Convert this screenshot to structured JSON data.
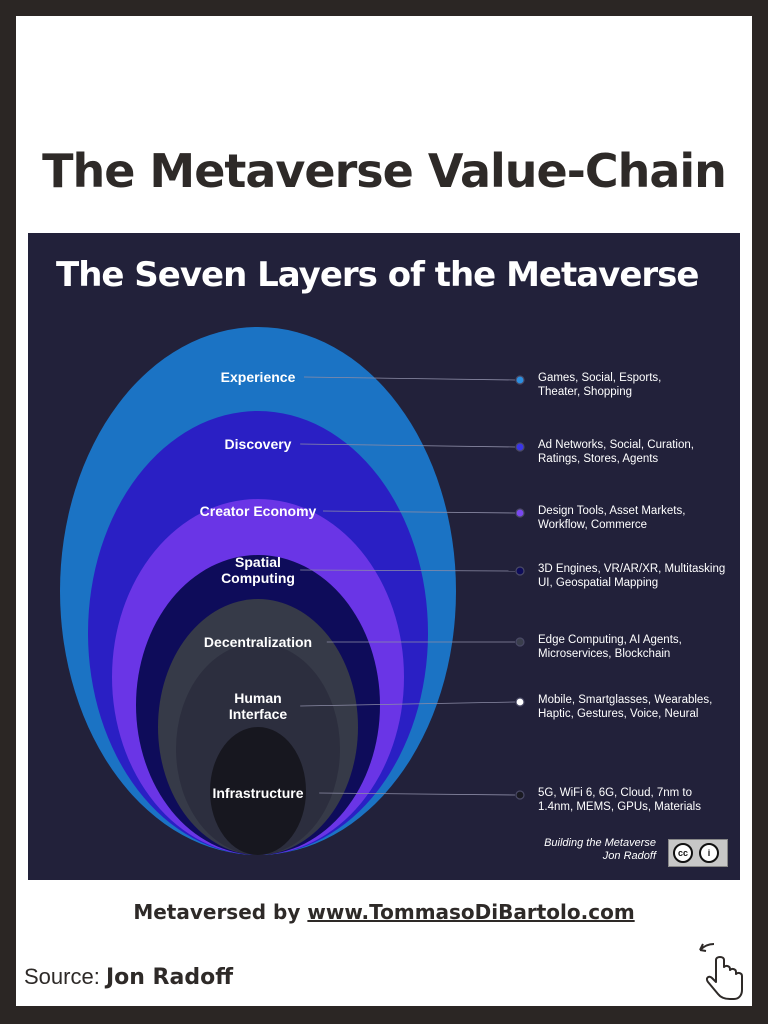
{
  "title": "The Metaverse Value-Chain",
  "panel": {
    "title": "The Seven Layers of the Metaverse",
    "credit_line1": "Building the Metaverse",
    "credit_line2": "Jon Radoff",
    "badge": {
      "left": "cc",
      "right": "i"
    }
  },
  "layers": [
    {
      "name": [
        "Experience"
      ],
      "desc": [
        "Games, Social, Esports,",
        "Theater, Shopping"
      ],
      "color": "#1b73c4",
      "dot": "#2c8fe0"
    },
    {
      "name": [
        "Discovery"
      ],
      "desc": [
        "Ad Networks, Social, Curation,",
        "Ratings, Stores, Agents"
      ],
      "color": "#2a1fc4",
      "dot": "#3a35e8"
    },
    {
      "name": [
        "Creator Economy"
      ],
      "desc": [
        "Design Tools, Asset Markets,",
        "Workflow, Commerce"
      ],
      "color": "#6a35e6",
      "dot": "#7a48f0"
    },
    {
      "name": [
        "Spatial",
        "Computing"
      ],
      "desc": [
        "3D Engines, VR/AR/XR, Multitasking",
        "UI, Geospatial Mapping"
      ],
      "color": "#0e0c5a",
      "dot": "#0e0c5a"
    },
    {
      "name": [
        "Decentralization"
      ],
      "desc": [
        "Edge Computing, AI Agents,",
        "Microservices, Blockchain"
      ],
      "color": "#363a48",
      "dot": "#3a3e4c"
    },
    {
      "name": [
        "Human",
        "Interface"
      ],
      "desc": [
        "Mobile, Smartglasses, Wearables,",
        "Haptic, Gestures, Voice, Neural"
      ],
      "color": "#2c2e3e",
      "dot": "#ffffff"
    },
    {
      "name": [
        "Infrastructure"
      ],
      "desc": [
        "5G, WiFi 6, 6G, Cloud, 7nm to",
        "1.4nm, MEMS, GPUs, Materials"
      ],
      "color": "#17171f",
      "dot": "#1a1a22"
    }
  ],
  "footer": {
    "prefix": "Metaversed by ",
    "url": "www.TommasoDiBartolo.com"
  },
  "source": {
    "label": "Source: ",
    "name": "Jon Radoff"
  },
  "icons": {
    "hand": "pointer-hand-icon"
  }
}
